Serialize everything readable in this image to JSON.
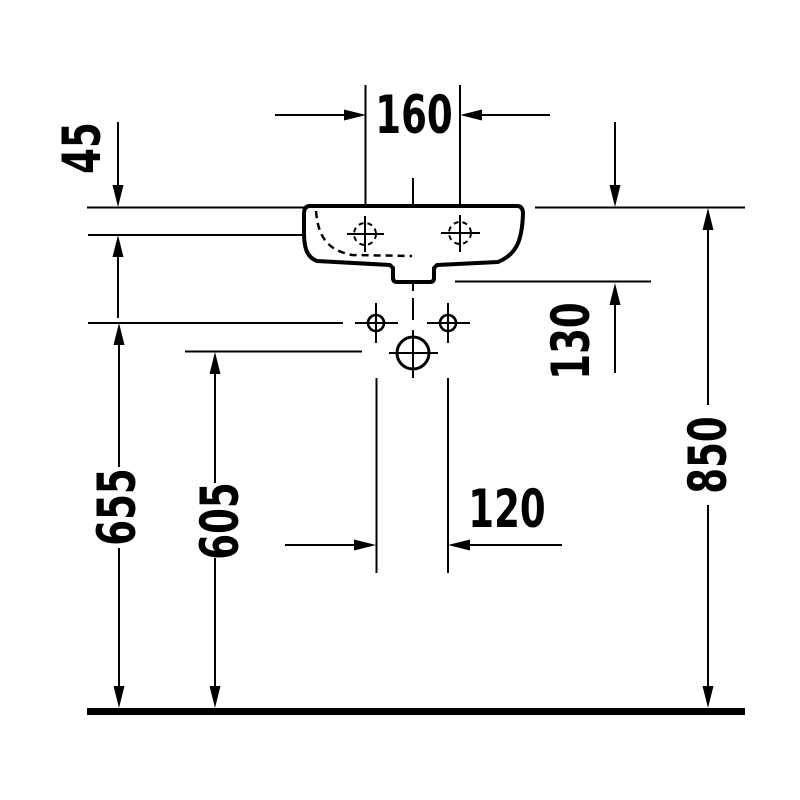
{
  "figure": {
    "type": "technical-dimension-drawing",
    "subject": "wall-mounted-handrinse-basin-front-view",
    "line_color": "#000000",
    "background_color": "#ffffff"
  },
  "dims": {
    "d160": {
      "label": "160",
      "orientation": "horizontal"
    },
    "d45": {
      "label": "45",
      "orientation": "vertical"
    },
    "d130": {
      "label": "130",
      "orientation": "vertical"
    },
    "d850": {
      "label": "850",
      "orientation": "vertical"
    },
    "d655": {
      "label": "655",
      "orientation": "vertical"
    },
    "d605": {
      "label": "605",
      "orientation": "vertical"
    },
    "d120": {
      "label": "120",
      "orientation": "horizontal"
    }
  }
}
